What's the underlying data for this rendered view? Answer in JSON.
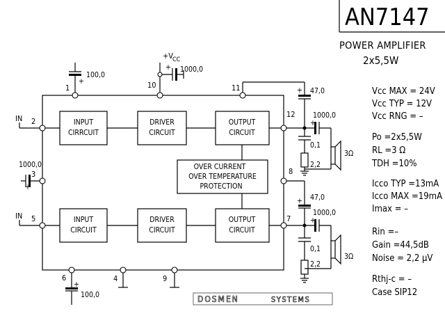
{
  "title": {
    "part": "AN7147",
    "subtitle": "POWER AMPLIFIER",
    "rating": "2x5,5W"
  },
  "blocks": {
    "input1": [
      "INPUT",
      "CIRRCUIT"
    ],
    "driver1": [
      "DRIVER",
      "CIRCUIT"
    ],
    "output1": [
      "OUTPUT",
      "CIRCUIT"
    ],
    "protection": [
      "OVER CURRENT",
      "OVER TEMPERATURE",
      "PROTECTION"
    ],
    "input2": [
      "INPUT",
      "CIRCUIT"
    ],
    "driver2": [
      "DRIVER",
      "CIRCUIT"
    ],
    "output2": [
      "OUTPUT",
      "CIRCUIT"
    ]
  },
  "pins": {
    "p1": "1",
    "p2": "2",
    "p3": "3",
    "p4": "4",
    "p5": "5",
    "p6": "6",
    "p7": "7",
    "p8": "8",
    "p9": "9",
    "p10": "10",
    "p11": "11",
    "p12": "12"
  },
  "labels": {
    "in1": "IN",
    "in2": "IN",
    "vcc_main": "+V",
    "vcc_sub": "CC",
    "c_pin1": "100,0",
    "c_pin10": "1000,0",
    "c_pin3": "1000,0",
    "c_pin6": "100,0",
    "c_top_boot": "47,0",
    "c_top_out": "1000,0",
    "c_top_snub": "0,1",
    "r_top_snub": "2,2",
    "spk_top": "3Ω",
    "c_bot_boot": "47,0",
    "c_bot_out": "1000,0",
    "c_bot_snub": "0,1",
    "r_bot_snub": "2,2",
    "spk_bot": "3Ω"
  },
  "specs": {
    "vcc_max": "Vcc MAX = 24V",
    "vcc_typ": "Vcc TYP = 12V",
    "vcc_rng": "Vcc RNG = –",
    "po": "Po  =2x5,5W",
    "rl": "RL  =3 Ω",
    "tdh": "TDH =10%",
    "icco_typ": "Icco TYP =13mA",
    "icco_max": "Icco MAX =19mA",
    "imax": "Imax  =  –",
    "rin": "Rin   =–",
    "gain": "Gain =44,5dB",
    "noise": "Noise = 2,2 μV",
    "rthjc": "Rthj-c = –",
    "case": "Case  SIP12"
  },
  "footer": {
    "brand": "DOSMEN",
    "suffix": "SYSTEMS"
  }
}
